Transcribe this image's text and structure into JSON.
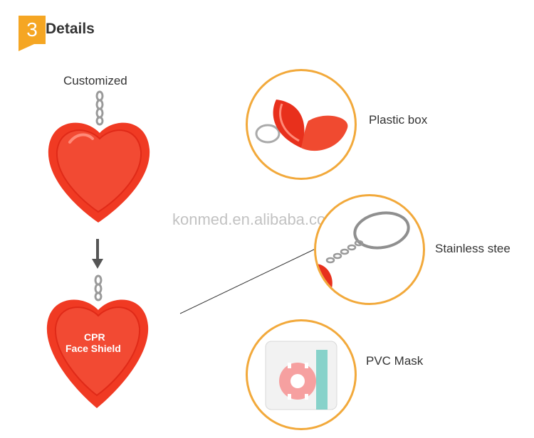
{
  "header": {
    "step_number": "3",
    "title": "Details"
  },
  "left_column": {
    "top_caption": "Customized",
    "case_text_line1": "CPR",
    "case_text_line2": "Face Shield"
  },
  "watermark": "konmed.en.alibaba.com",
  "callouts": [
    {
      "label": "Plastic box"
    },
    {
      "label": "Stainless stee"
    },
    {
      "label": "PVC Mask"
    }
  ],
  "colors": {
    "accent_orange": "#f5a623",
    "circle_border": "#f2a93b",
    "case_red": "#f03a23"
  }
}
